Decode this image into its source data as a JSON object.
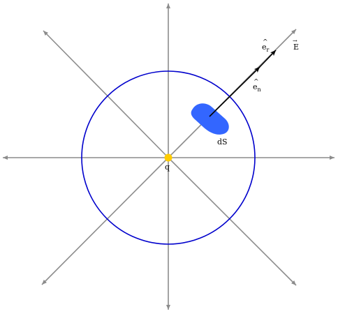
{
  "diagram": {
    "charge_label": "q",
    "area_element_label": "dS",
    "unit_radial_label": {
      "base": "e",
      "hat": "^",
      "sub": "r"
    },
    "unit_normal_label": {
      "base": "e",
      "hat": "^",
      "sub": "n"
    },
    "field_label": {
      "base": "E",
      "arrow": "→"
    },
    "colors": {
      "field_lines": "#8c8c8c",
      "gaussian_sphere": "#0000cc",
      "area_element": "#3366ff",
      "charge": "#ffcc00",
      "vectors": "#000000"
    }
  }
}
